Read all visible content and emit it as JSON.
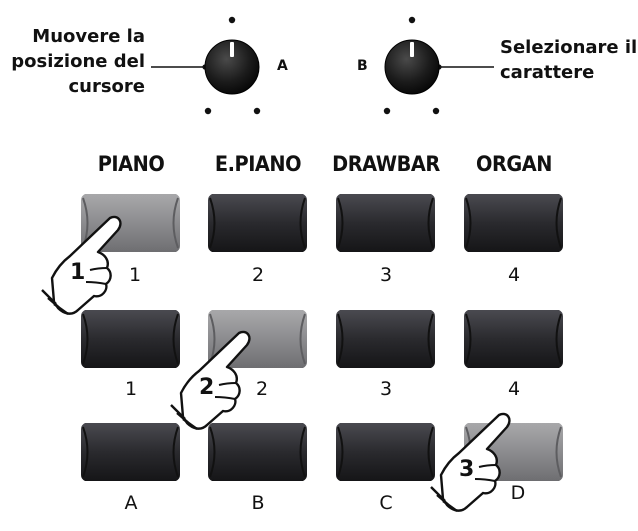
{
  "knob_left": {
    "label_line1": "Muovere la",
    "label_line2": "posizione del",
    "label_line3": "cursore",
    "letter": "A"
  },
  "knob_right": {
    "label_line1": "Selezionare il",
    "label_line2": "carattere",
    "letter": "B"
  },
  "categories": [
    "PIANO",
    "E.PIANO",
    "DRAWBAR",
    "ORGAN"
  ],
  "row1_labels": [
    "1",
    "2",
    "3",
    "4"
  ],
  "row2_labels": [
    "1",
    "2",
    "3",
    "4"
  ],
  "row3_labels": [
    "A",
    "B",
    "C",
    "D"
  ],
  "steps": [
    "1",
    "2",
    "3"
  ],
  "colors": {
    "button_dark": "#2a2a2e",
    "button_lit": "#8a8a8d",
    "knob": "#1a1a1a"
  }
}
